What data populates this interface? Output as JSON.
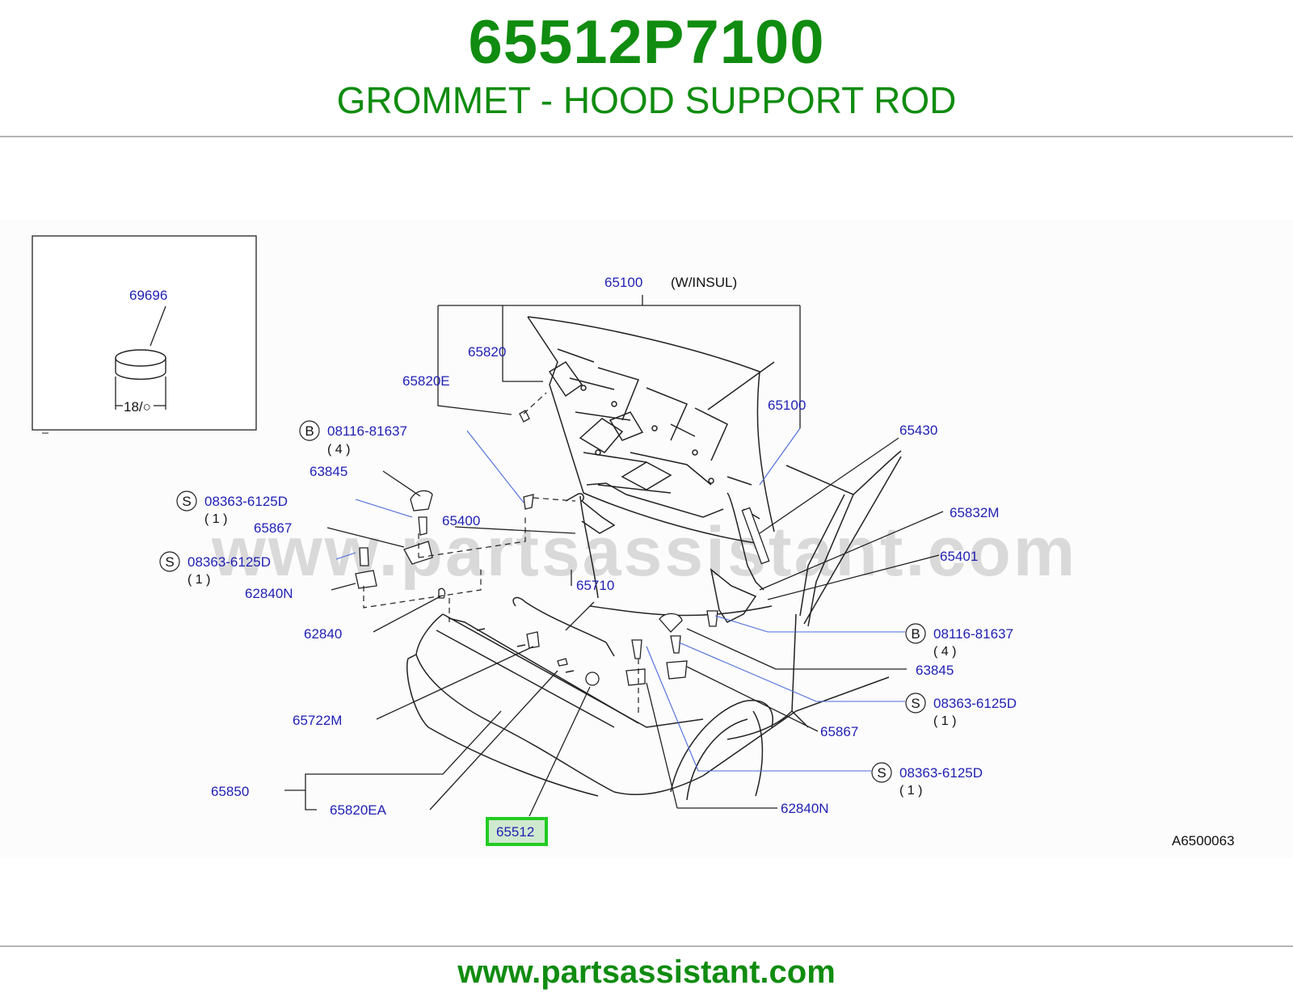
{
  "header": {
    "part_number": "65512P7100",
    "part_name": "GROMMET - HOOD SUPPORT ROD"
  },
  "footer": {
    "url": "www.partsassistant.com"
  },
  "diagram": {
    "watermark": "www.partsassistant.com",
    "diagram_code": "A6500063",
    "highlighted_part": "65512",
    "inset": {
      "part": "69696",
      "dimension": "18/○"
    },
    "labels": {
      "p65100_top": "65100",
      "winsul": "(W/INSUL)",
      "p65820": "65820",
      "p65820E": "65820E",
      "p65100_right": "65100",
      "p65430": "65430",
      "p63845_left": "63845",
      "p65400": "65400",
      "p65867_left": "65867",
      "p62840N_left": "62840N",
      "p62840": "62840",
      "p65710": "65710",
      "p65722M": "65722M",
      "p65850": "65850",
      "p65820EA": "65820EA",
      "p65832M": "65832M",
      "p65401": "65401",
      "p63845_right": "63845",
      "p65867_right": "65867",
      "p62840N_right": "62840N"
    },
    "callouts": [
      {
        "prefix": "B",
        "part": "08116-81637",
        "qty": "( 4 )"
      },
      {
        "prefix": "S",
        "part": "08363-6125D",
        "qty": "( 1 )"
      },
      {
        "prefix": "S",
        "part": "08363-6125D",
        "qty": "( 1 )"
      },
      {
        "prefix": "B",
        "part": "08116-81637",
        "qty": "( 4 )"
      },
      {
        "prefix": "S",
        "part": "08363-6125D",
        "qty": "( 1 )"
      },
      {
        "prefix": "S",
        "part": "08363-6125D",
        "qty": "( 1 )"
      }
    ],
    "colors": {
      "brand_green": "#108c10",
      "label_blue": "#1f1fb4",
      "highlight_green": "#22cc22"
    }
  }
}
